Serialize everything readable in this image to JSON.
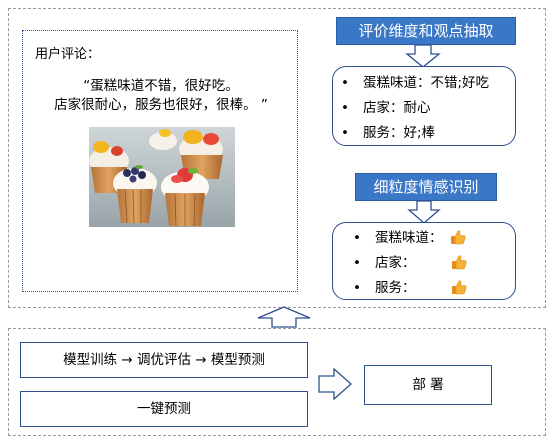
{
  "review": {
    "label": "用户评论：",
    "quote_line1": "“蛋糕味道不错，很好吃。",
    "quote_line2": "店家很耐心，服务也很好，很棒。 ”"
  },
  "aspect_extraction": {
    "title": "评价维度和观点抽取",
    "items": [
      {
        "text": "蛋糕味道：不错;好吃"
      },
      {
        "text": "店家：耐心"
      },
      {
        "text": "服务：好;棒"
      }
    ]
  },
  "sentiment": {
    "title": "细粒度情感识别",
    "items": [
      {
        "text": "蛋糕味道："
      },
      {
        "text": "店家："
      },
      {
        "text": "服务："
      }
    ]
  },
  "pipeline": {
    "step_chain": "模型训练 → 调优评估 → 模型预测",
    "one_click": "一键预测",
    "deploy": "部 署"
  },
  "colors": {
    "accent_blue": "#3a77c6",
    "border_navy": "#2f4f8f",
    "thumb_orange": "#f2a126"
  }
}
